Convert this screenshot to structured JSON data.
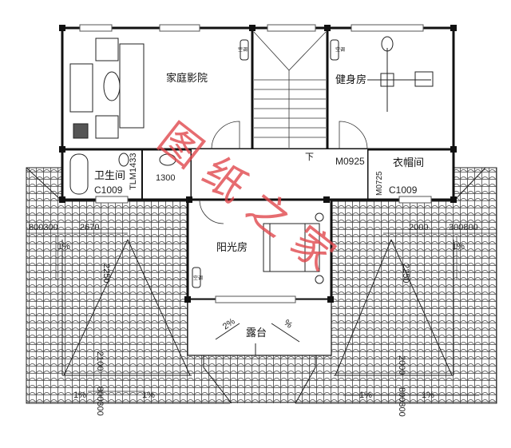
{
  "rooms": {
    "home_theater": "家庭影院",
    "gym": "健身房",
    "bathroom": "卫生间",
    "sunroom": "阳光房",
    "closet": "衣帽间",
    "terrace": "露台"
  },
  "labels": {
    "window_bath": "C1009",
    "window_closet": "C1009",
    "door_bath": "TLM1433",
    "door_closet": "M0925",
    "door_closet2": "M0725",
    "sink_width": "1300",
    "stair_down": "下",
    "ac_left": "空调",
    "ac_right": "空调",
    "ac_sun": "空调"
  },
  "dimensions": {
    "left_top": "800300",
    "left_top2": "2670",
    "right_top": "2000",
    "right_top2": "300800",
    "left_vertical": "2250",
    "right_vertical": "2250",
    "left_bottom_v": "2100",
    "right_bottom_v": "2000",
    "left_bottom_v2": "800300",
    "right_bottom_v2": "800300"
  },
  "slopes": {
    "left_top": "1%",
    "right_top": "1%",
    "terrace_left": "2%",
    "terrace_right": "%",
    "bottom_left_a": "1%",
    "bottom_left_b": "1%",
    "bottom_right_a": "1%",
    "bottom_right_b": "1%"
  },
  "watermark": "图纸之家",
  "colors": {
    "line": "#111111",
    "watermark": "#e0474c"
  }
}
